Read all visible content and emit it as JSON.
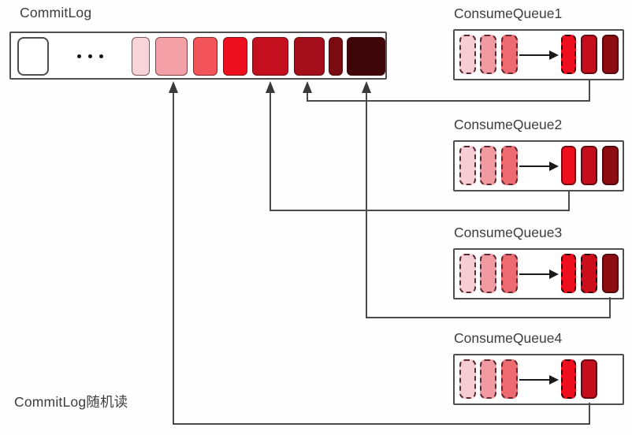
{
  "commitlog": {
    "label": "CommitLog",
    "cells": [
      {
        "kind": "empty"
      },
      {
        "kind": "ellipsis"
      },
      {
        "kind": "message",
        "color": "#f8d3da"
      },
      {
        "kind": "message",
        "color": "#f3a0a6"
      },
      {
        "kind": "message",
        "color": "#f2545a"
      },
      {
        "kind": "message",
        "color": "#ee0f1e"
      },
      {
        "kind": "message",
        "color": "#c4101e"
      },
      {
        "kind": "message",
        "color": "#a30e1a"
      },
      {
        "kind": "message",
        "color": "#7a0b10"
      },
      {
        "kind": "message",
        "color": "#3f060a"
      }
    ]
  },
  "random_read_label": "CommitLog随机读",
  "queues": [
    {
      "label": "ConsumeQueue1",
      "pending": [
        {
          "color": "#f6cdd4"
        },
        {
          "color": "#f29aa1"
        },
        {
          "color": "#ee6a71"
        }
      ],
      "entries": [
        {
          "color": "#ee0f1e",
          "dashed": true
        },
        {
          "color": "#c40e1c",
          "dashed": false
        },
        {
          "color": "#8e0d13",
          "dashed": false
        }
      ],
      "link": {
        "from_entry": 1,
        "to_commitlog_cell": 7
      }
    },
    {
      "label": "ConsumeQueue2",
      "pending": [
        {
          "color": "#f6cdd4"
        },
        {
          "color": "#f29aa1"
        },
        {
          "color": "#ee6a71"
        }
      ],
      "entries": [
        {
          "color": "#ee0f1e",
          "dashed": false
        },
        {
          "color": "#c40e1c",
          "dashed": false
        },
        {
          "color": "#8e0d13",
          "dashed": false
        }
      ],
      "link": {
        "from_entry": 0,
        "to_commitlog_cell": 6
      }
    },
    {
      "label": "ConsumeQueue3",
      "pending": [
        {
          "color": "#f6cdd4"
        },
        {
          "color": "#f29aa1"
        },
        {
          "color": "#ee6a71"
        }
      ],
      "entries": [
        {
          "color": "#ee0f1e",
          "dashed": true
        },
        {
          "color": "#cc0d1a",
          "dashed": true
        },
        {
          "color": "#8e0d13",
          "dashed": false
        }
      ],
      "link": {
        "from_entry": 2,
        "to_commitlog_cell": 9
      }
    },
    {
      "label": "ConsumeQueue4",
      "pending": [
        {
          "color": "#f6cdd4"
        },
        {
          "color": "#f29aa1"
        },
        {
          "color": "#ee6a71"
        }
      ],
      "entries": [
        {
          "color": "#ee0f1e",
          "dashed": true
        },
        {
          "color": "#c40e1c",
          "dashed": false
        }
      ],
      "link": {
        "from_entry": 1,
        "to_commitlog_cell": 3
      }
    }
  ],
  "colors": {
    "connector_line": "#4b4b4b",
    "arrowhead": "#3a3a3a",
    "box_border": "#4f4f4f",
    "text": "#3d3d3d"
  }
}
